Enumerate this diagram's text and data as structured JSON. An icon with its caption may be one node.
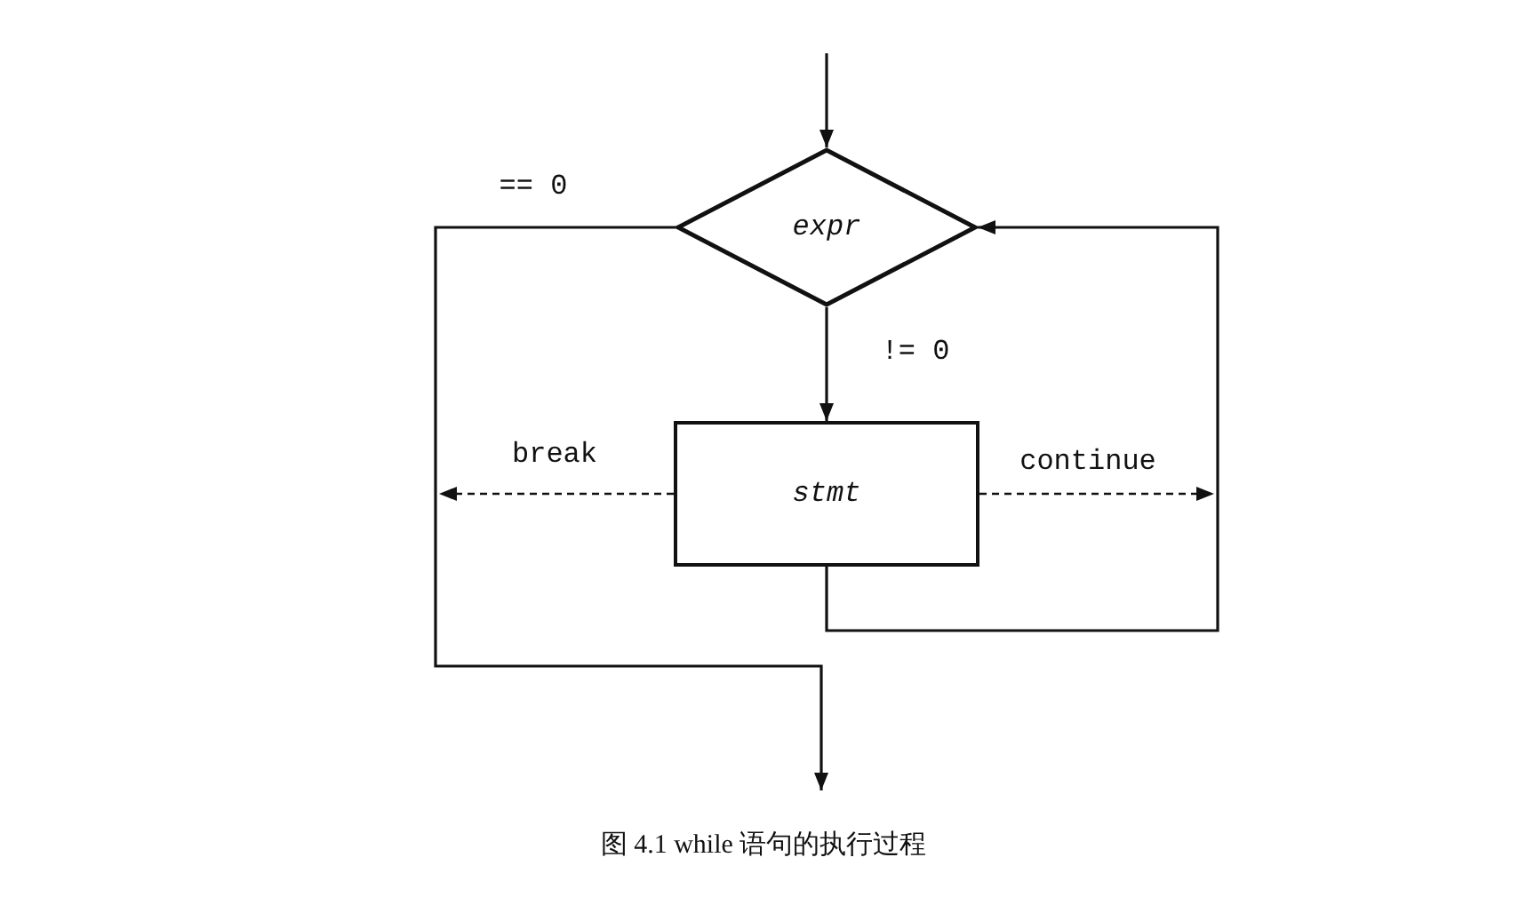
{
  "diagram": {
    "caption": "图 4.1 while 语句的执行过程",
    "nodes": [
      {
        "text": [
          "expr"
        ]
      },
      {
        "text": [
          "stmt"
        ]
      }
    ],
    "edges": [
      {
        "from": null,
        "to": 0,
        "arrow": "to"
      },
      {
        "from": 0,
        "to": 1,
        "arrow": "to",
        "label": "!= 0"
      },
      {
        "from": 0,
        "to": null,
        "arrow": "to",
        "label": "== 0"
      },
      {
        "from": 1,
        "to": 0,
        "arrow": "to"
      },
      {
        "from": 1,
        "to": null,
        "arrow": "to",
        "label": "break",
        "style": "dashed"
      },
      {
        "from": 1,
        "to": null,
        "arrow": "to",
        "label": "continue",
        "style": "dashed"
      }
    ]
  }
}
